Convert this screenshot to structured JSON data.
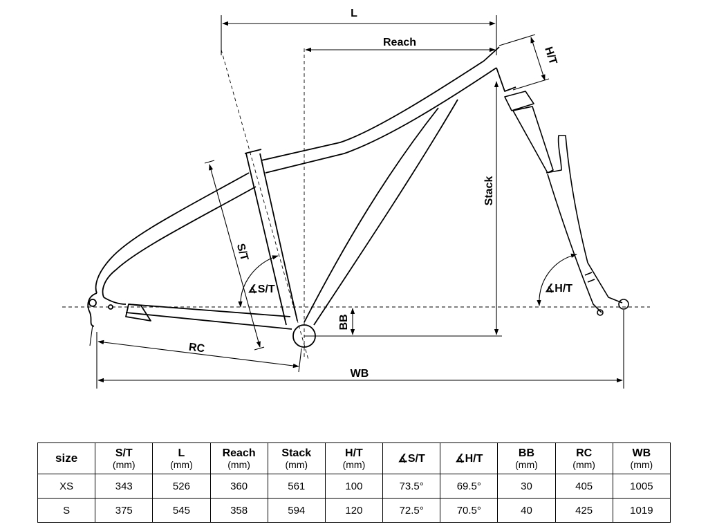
{
  "diagram": {
    "labels": {
      "l": "L",
      "reach": "Reach",
      "ht": "H/T",
      "stack": "Stack",
      "st": "S/T",
      "st_angle": "∡S/T",
      "ht_angle": "∡H/T",
      "bb": "BB",
      "rc": "RC",
      "wb": "WB"
    }
  },
  "table": {
    "size_header": "size",
    "columns": [
      {
        "name": "S/T",
        "unit": "(mm)"
      },
      {
        "name": "L",
        "unit": "(mm)"
      },
      {
        "name": "Reach",
        "unit": "(mm)"
      },
      {
        "name": "Stack",
        "unit": "(mm)"
      },
      {
        "name": "H/T",
        "unit": "(mm)"
      },
      {
        "name": "∡S/T",
        "unit": ""
      },
      {
        "name": "∡H/T",
        "unit": ""
      },
      {
        "name": "BB",
        "unit": "(mm)"
      },
      {
        "name": "RC",
        "unit": "(mm)"
      },
      {
        "name": "WB",
        "unit": "(mm)"
      }
    ],
    "rows": [
      {
        "size": "XS",
        "values": [
          "343",
          "526",
          "360",
          "561",
          "100",
          "73.5°",
          "69.5°",
          "30",
          "405",
          "1005"
        ]
      },
      {
        "size": "S",
        "values": [
          "375",
          "545",
          "358",
          "594",
          "120",
          "72.5°",
          "70.5°",
          "40",
          "425",
          "1019"
        ]
      }
    ]
  }
}
